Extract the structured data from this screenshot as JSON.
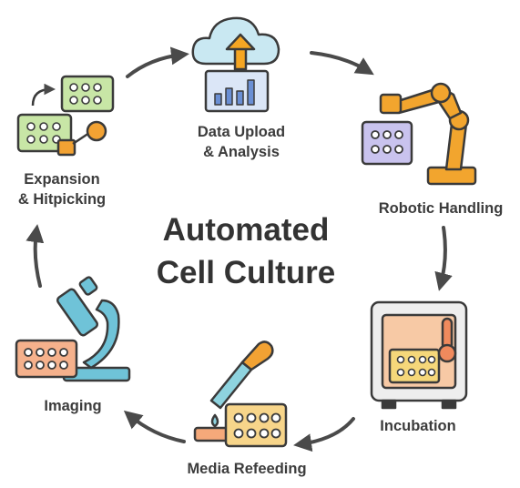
{
  "title": {
    "line1": "Automated",
    "line2": "Cell Culture"
  },
  "steps": [
    {
      "id": "data-upload",
      "line1": "Data Upload",
      "line2": "& Analysis",
      "icon": "cloud-upload-chart-icon"
    },
    {
      "id": "robotic-handling",
      "line1": "Robotic Handling",
      "icon": "robot-arm-plate-icon"
    },
    {
      "id": "incubation",
      "line1": "Incubation",
      "icon": "incubator-thermometer-icon"
    },
    {
      "id": "media-refeeding",
      "line1": "Media Refeeding",
      "icon": "dropper-plate-icon"
    },
    {
      "id": "imaging",
      "line1": "Imaging",
      "icon": "microscope-plate-icon"
    },
    {
      "id": "expansion",
      "line1": "Expansion",
      "line2": "& Hitpicking",
      "icon": "plates-transfer-icon"
    }
  ],
  "colors": {
    "outline": "#3a3a3a",
    "arrow": "#4a4a4a",
    "cloud": "#c9e8f2",
    "chart_bg": "#dbe6f7",
    "upload_arrow": "#f5a623",
    "robot": "#f2a52e",
    "robot_plate": "#c9c3ee",
    "incubator_body": "#eeeeee",
    "incubator_inner": "#f7c9a5",
    "incubator_plate": "#f5d77a",
    "thermometer": "#f08a5d",
    "refeed_plate": "#f7d58a",
    "dropper": "#8ed3df",
    "dropper_bulb": "#f2a233",
    "microscope": "#6fc3d8",
    "imaging_plate": "#f5b18c",
    "plate_green": "#c8e6a6",
    "plate_green_dark": "#a9d98a"
  }
}
